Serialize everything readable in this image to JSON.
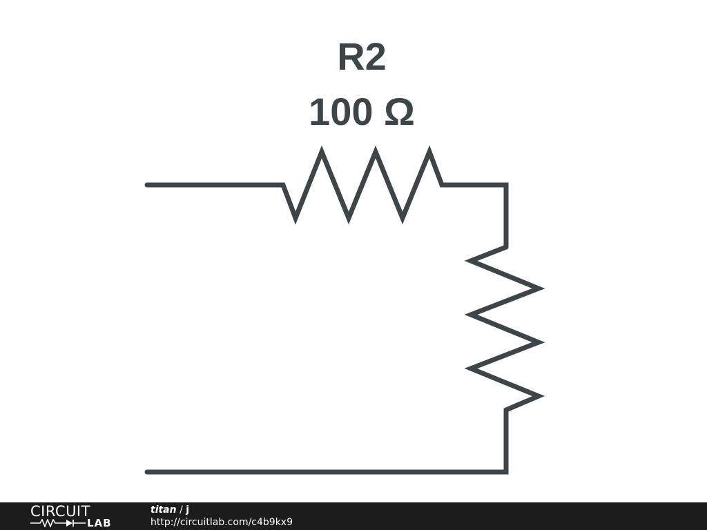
{
  "schematic": {
    "components": [
      {
        "ref": "R2",
        "value": "100 Ω"
      }
    ],
    "colors": {
      "wire": "#3d4548",
      "label": "#3d4548"
    }
  },
  "footer": {
    "logo_top": "CIRCUIT",
    "logo_bottom": "LAB",
    "author": "titan",
    "separator": "/",
    "project": "j",
    "url": "http://circuitlab.com/c4b9kx9",
    "colors": {
      "background": "#1c1c1c",
      "text": "#ffffff"
    }
  }
}
